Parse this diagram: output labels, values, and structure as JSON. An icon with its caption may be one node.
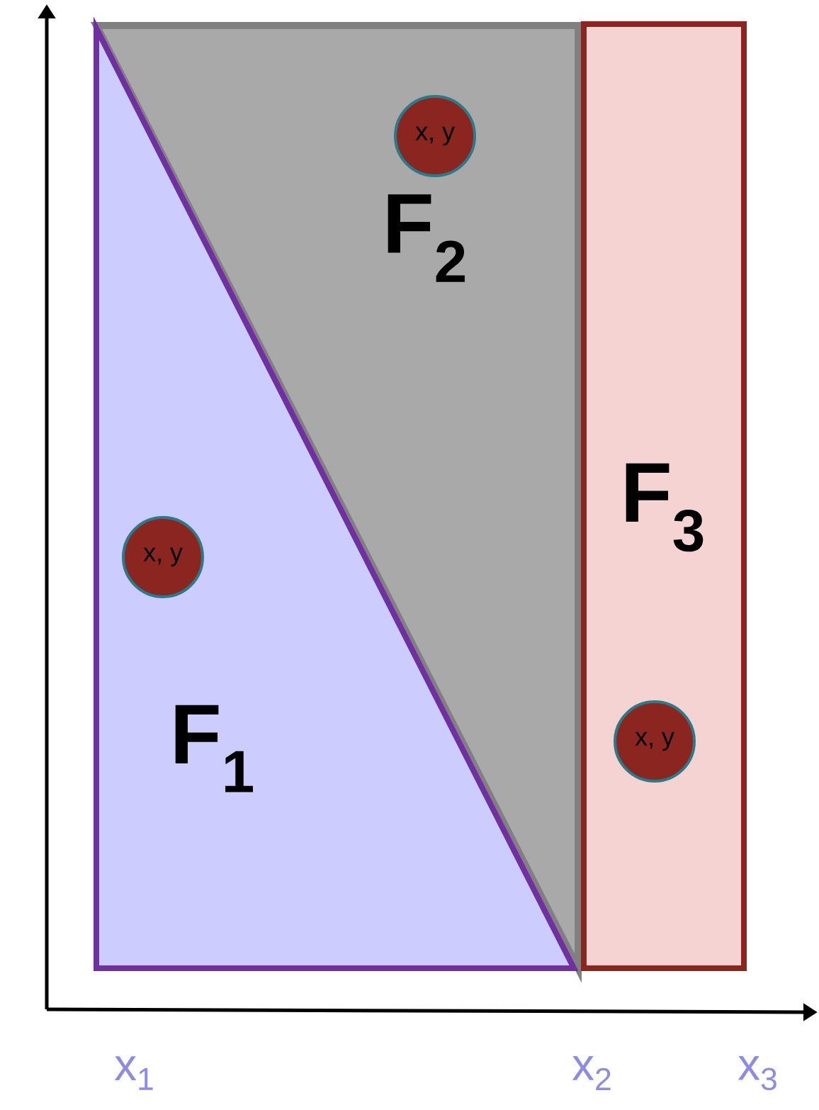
{
  "diagram": {
    "nodes": [
      {
        "text": [
          "F$_{2}$"
        ]
      },
      {
        "text": [
          "x, y"
        ],
        "in": 0
      },
      {
        "text": [
          "F$_{3}$"
        ]
      },
      {
        "text": [
          "F$_{1}$"
        ]
      },
      {
        "text": [
          "x, y"
        ],
        "in": 3
      },
      {
        "text": [
          "x, y"
        ],
        "in": 2
      }
    ],
    "labels": [
      "x$_{1}$",
      "x$_{2}$",
      "x$_{3}$"
    ]
  }
}
